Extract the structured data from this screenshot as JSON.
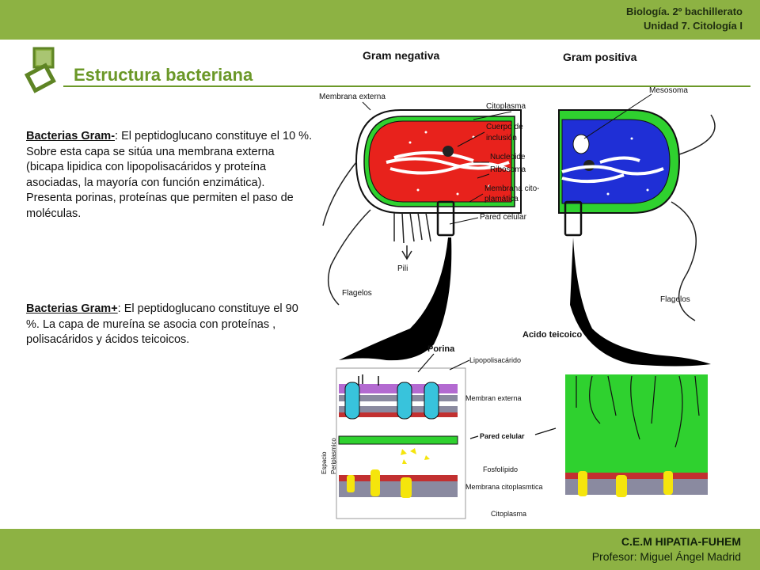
{
  "header": {
    "line1": "Biología. 2º bachillerato",
    "line2": "Unidad 7. Citología I"
  },
  "title": "Estructura bacteriana",
  "paragraphs": {
    "gram_neg_term": "Bacterias Gram-",
    "gram_neg_text": ": El peptidoglucano constituye el 10 %. Sobre esta capa se sitúa una membrana externa (bicapa lipidica con lipopolisacáridos y proteína asociadas, la mayoría con función enzimática). Presenta porinas, proteínas que permiten el paso de moléculas.",
    "gram_pos_term": "Bacterias Gram+",
    "gram_pos_text": ": El peptidoglucano constituye el 90 %. La capa de mureína se asocia con proteínas , polisacáridos y ácidos teicoicos."
  },
  "diagram": {
    "gram_negative": "Gram negativa",
    "gram_positive": "Gram positiva",
    "labels": {
      "membrana_externa": "Membrana externa",
      "mesosoma": "Mesosoma",
      "citoplasma": "Citoplasma",
      "cuerpo1": "Cuerpo de",
      "cuerpo2": "inclusión",
      "nucleoide": "Nucleoide",
      "ribosoma": "Ribosoma",
      "membrana_cito1": "Membrana cito-",
      "membrana_cito2": "plamática",
      "pared_celular": "Pared celular",
      "pili": "Pili",
      "flagelos_left": "Flagelos",
      "flagelos_right": "Flagelos",
      "acido_teicoico": "Acido teicoico",
      "porina": "Porina",
      "lipopolisacarido": "Lipopolisacárido",
      "membran_externa": "Membran externa",
      "pared_celular_detail": "Pared celular",
      "espacio1": "Espacio",
      "espacio2": "Periplasmico",
      "fosfolipido": "Fosfolípido",
      "membrana_citoplasmtica": "Membrana citoplasmtica",
      "citoplasma_bottom": "Citoplasma"
    }
  },
  "footer": {
    "line1": "C.E.M HIPATIA-FUHEM",
    "line2": "Profesor: Miguel Ángel Madrid"
  },
  "colors": {
    "band_green": "#8db243",
    "title_green": "#6b9828",
    "gram_negative_fill": "#e8221c",
    "gram_positive_fill": "#1f2fd6",
    "wall_green": "#2fd12f",
    "porin_cyan": "#38c3dc",
    "protein_yellow": "#f5e50c"
  }
}
